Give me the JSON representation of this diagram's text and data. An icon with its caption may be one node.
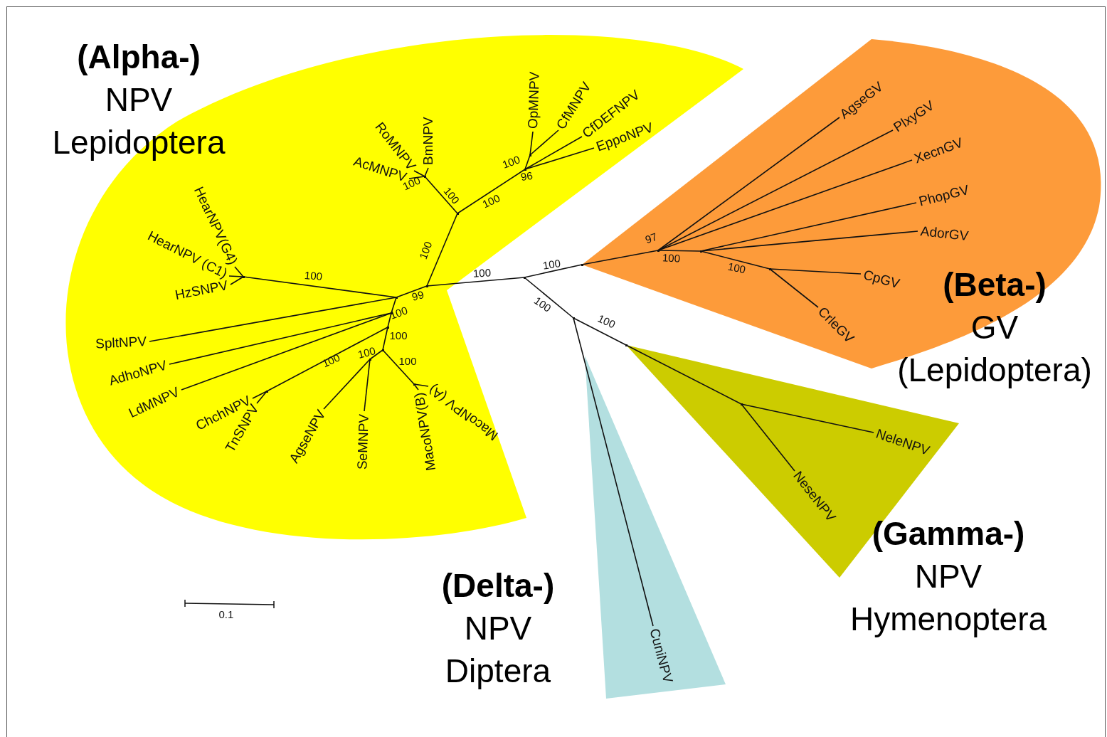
{
  "diagram": {
    "nodes": [
      {
        "text": [],
        "shape": "point"
      },
      {
        "text": [],
        "shape": "point"
      },
      {
        "text": [],
        "shape": "point"
      },
      {
        "text": [],
        "shape": "point"
      },
      {
        "text": [],
        "shape": "point"
      },
      {
        "text": [],
        "shape": "point"
      },
      {
        "text": [],
        "shape": "point"
      },
      {
        "text": [],
        "shape": "point"
      },
      {
        "text": [],
        "shape": "point"
      },
      {
        "text": [],
        "shape": "point"
      },
      {
        "text": [],
        "shape": "point"
      },
      {
        "text": [],
        "shape": "point"
      },
      {
        "text": [],
        "shape": "point"
      },
      {
        "text": [],
        "shape": "point"
      },
      {
        "text": [],
        "shape": "point"
      },
      {
        "text": [],
        "shape": "point"
      },
      {
        "text": [],
        "shape": "point"
      },
      {
        "text": [],
        "shape": "point"
      },
      {
        "text": [],
        "shape": "point"
      },
      {
        "text": [],
        "shape": "point"
      },
      {
        "text": [],
        "shape": "point"
      },
      {
        "text": [
          "RoMNPV"
        ]
      },
      {
        "text": [
          "AcMNPV"
        ]
      },
      {
        "text": [
          "BmNPV"
        ]
      },
      {
        "text": [
          "OpMNPV"
        ]
      },
      {
        "text": [
          "CfMNPV"
        ]
      },
      {
        "text": [
          "CfDEFNPV"
        ]
      },
      {
        "text": [
          "EppoNPV"
        ]
      },
      {
        "text": [
          "HearNPV(G4)"
        ]
      },
      {
        "text": [
          "HearNPV (C1)"
        ]
      },
      {
        "text": [
          "HzSNPV"
        ]
      },
      {
        "text": [
          "SpltNPV"
        ]
      },
      {
        "text": [
          "AdhoNPV"
        ]
      },
      {
        "text": [
          "LdMNPV"
        ]
      },
      {
        "text": [
          "ChchNPV"
        ]
      },
      {
        "text": [
          "TnSNPV"
        ]
      },
      {
        "text": [
          "AgseNPV"
        ]
      },
      {
        "text": [
          "SeMNPV"
        ]
      },
      {
        "text": [
          "MacoNPV(B)"
        ]
      },
      {
        "text": [
          "MacoNPV (A)"
        ]
      },
      {
        "text": [
          "AgseGV"
        ]
      },
      {
        "text": [
          "PlxyGV"
        ]
      },
      {
        "text": [
          "XecnGV"
        ]
      },
      {
        "text": [
          "PhopGV"
        ]
      },
      {
        "text": [
          "AdorGV"
        ]
      },
      {
        "text": [
          "CpGV"
        ]
      },
      {
        "text": [
          "CrleGV"
        ]
      },
      {
        "text": [
          "NeleNPV"
        ]
      },
      {
        "text": [
          "NeseNPV"
        ]
      },
      {
        "text": [
          "CuniNPV"
        ]
      }
    ],
    "edges": [
      {
        "from": 0,
        "to": 1,
        "arrow": "none",
        "label": "100"
      },
      {
        "from": 0,
        "to": 14,
        "arrow": "none",
        "label": "100"
      },
      {
        "from": 0,
        "to": 18,
        "arrow": "none",
        "label": "100"
      },
      {
        "from": 1,
        "to": 3,
        "arrow": "none",
        "label": "100"
      },
      {
        "from": 1,
        "to": 2,
        "arrow": "none",
        "label": "99"
      },
      {
        "from": 3,
        "to": 4,
        "arrow": "none",
        "label": "100"
      },
      {
        "from": 3,
        "to": 5,
        "arrow": "none",
        "label": "100"
      },
      {
        "from": 4,
        "to": 21,
        "arrow": "none"
      },
      {
        "from": 4,
        "to": 22,
        "arrow": "none",
        "label": "100"
      },
      {
        "from": 4,
        "to": 23,
        "arrow": "none"
      },
      {
        "from": 5,
        "to": 6,
        "arrow": "none",
        "label": "100"
      },
      {
        "from": 6,
        "to": 24,
        "arrow": "none"
      },
      {
        "from": 6,
        "to": 25,
        "arrow": "none"
      },
      {
        "from": 5,
        "to": 26,
        "arrow": "none"
      },
      {
        "from": 5,
        "to": 27,
        "arrow": "none"
      },
      {
        "from": 2,
        "to": 7,
        "arrow": "none",
        "label": "100"
      },
      {
        "from": 7,
        "to": 28,
        "arrow": "none"
      },
      {
        "from": 7,
        "to": 29,
        "arrow": "none"
      },
      {
        "from": 7,
        "to": 30,
        "arrow": "none"
      },
      {
        "from": 2,
        "to": 31,
        "arrow": "none"
      },
      {
        "from": 2,
        "to": 8,
        "arrow": "none",
        "label": "100"
      },
      {
        "from": 8,
        "to": 32,
        "arrow": "none"
      },
      {
        "from": 8,
        "to": 33,
        "arrow": "none"
      },
      {
        "from": 8,
        "to": 9,
        "arrow": "none"
      },
      {
        "from": 9,
        "to": 10,
        "arrow": "none",
        "label": "100"
      },
      {
        "from": 10,
        "to": 34,
        "arrow": "none"
      },
      {
        "from": 10,
        "to": 35,
        "arrow": "none"
      },
      {
        "from": 9,
        "to": 11,
        "arrow": "none",
        "label": "100"
      },
      {
        "from": 11,
        "to": 12,
        "arrow": "none",
        "label": "100"
      },
      {
        "from": 12,
        "to": 36,
        "arrow": "none"
      },
      {
        "from": 12,
        "to": 37,
        "arrow": "none"
      },
      {
        "from": 11,
        "to": 13,
        "arrow": "none",
        "label": "100"
      },
      {
        "from": 13,
        "to": 38,
        "arrow": "none"
      },
      {
        "from": 13,
        "to": 39,
        "arrow": "none"
      },
      {
        "from": 14,
        "to": 15,
        "arrow": "none",
        "label": "97"
      },
      {
        "from": 15,
        "to": 40,
        "arrow": "none"
      },
      {
        "from": 15,
        "to": 41,
        "arrow": "none"
      },
      {
        "from": 15,
        "to": 42,
        "arrow": "none"
      },
      {
        "from": 15,
        "to": 16,
        "arrow": "none",
        "label": "100"
      },
      {
        "from": 16,
        "to": 43,
        "arrow": "none"
      },
      {
        "from": 16,
        "to": 44,
        "arrow": "none"
      },
      {
        "from": 16,
        "to": 17,
        "arrow": "none",
        "label": "100"
      },
      {
        "from": 17,
        "to": 45,
        "arrow": "none"
      },
      {
        "from": 17,
        "to": 46,
        "arrow": "none"
      },
      {
        "from": 18,
        "to": 49,
        "arrow": "none"
      },
      {
        "from": 18,
        "to": 19,
        "arrow": "none",
        "label": "100"
      },
      {
        "from": 19,
        "to": 20,
        "arrow": "none"
      },
      {
        "from": 20,
        "to": 47,
        "arrow": "none"
      },
      {
        "from": 20,
        "to": 48,
        "arrow": "none"
      }
    ],
    "labels": [
      "(Alpha-)",
      "NPV",
      "Lepidoptera",
      "96",
      "(Beta-)",
      "GV",
      "(Lepidoptera)",
      "0.1",
      "(Delta-)",
      "NPV",
      "Diptera",
      "(Gamma-)",
      "NPV",
      "Hymenoptera"
    ]
  }
}
